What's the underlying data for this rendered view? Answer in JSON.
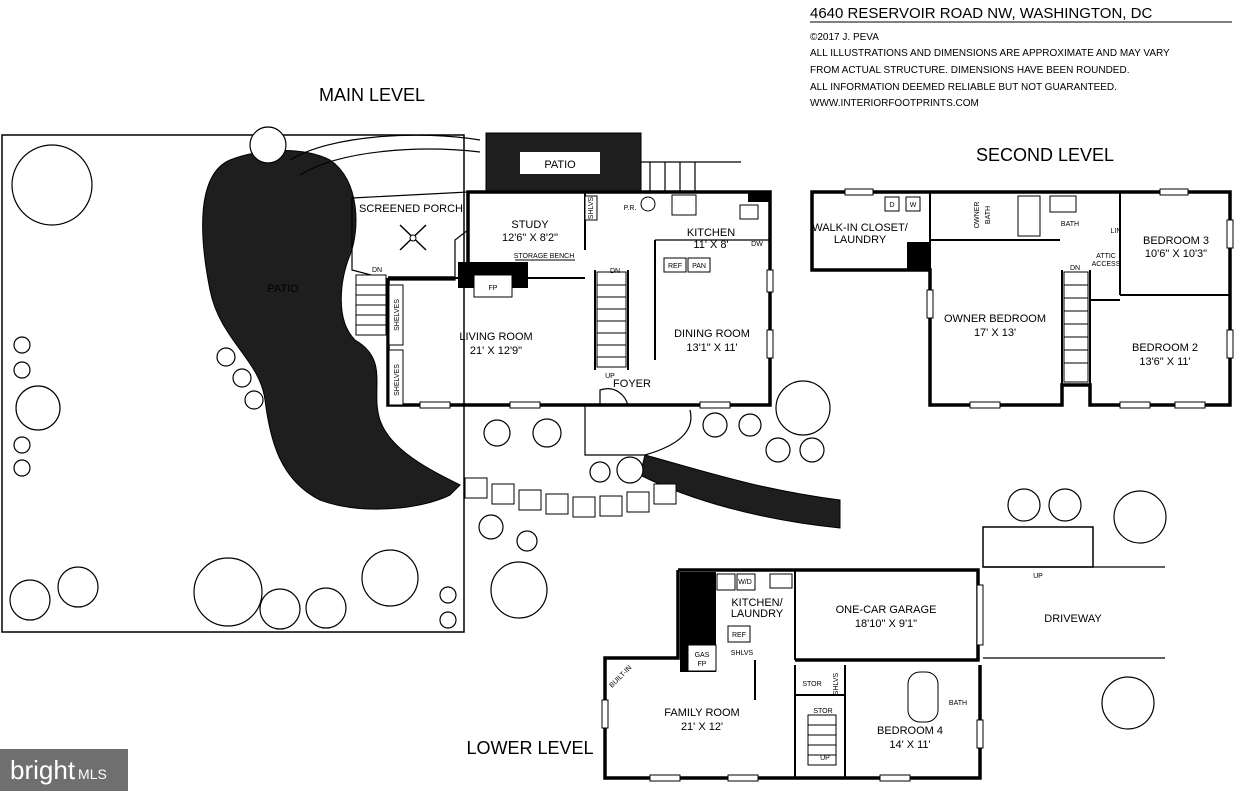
{
  "header": {
    "address": "4640 RESERVOIR ROAD NW, WASHINGTON, DC",
    "copyright": "©2017 J. PEVA",
    "disclaimer_1": "ALL ILLUSTRATIONS AND DIMENSIONS ARE APPROXIMATE AND MAY VARY",
    "disclaimer_2": "FROM ACTUAL STRUCTURE. DIMENSIONS HAVE BEEN ROUNDED.",
    "disclaimer_3": "ALL INFORMATION DEEMED RELIABLE BUT NOT GUARANTEED.",
    "website": "WWW.INTERIORFOOTPRINTS.COM"
  },
  "levels": {
    "main": "MAIN LEVEL",
    "second": "SECOND LEVEL",
    "lower": "LOWER LEVEL"
  },
  "main_level": {
    "patio_top": "PATIO",
    "patio_left": "PATIO",
    "screened_porch": "SCREENED PORCH",
    "study": "STUDY",
    "study_dim": "12'6\" X 8'2\"",
    "storage_bench": "STORAGE BENCH",
    "shlvs": "SHLVS",
    "pr": "P.R.",
    "kitchen": "KITCHEN",
    "kitchen_dim": "11' X 8'",
    "dw": "DW",
    "ref": "REF",
    "pan": "PAN",
    "dn_left": "DN",
    "dn_stairs": "DN",
    "fp": "FP",
    "shelves_1": "SHELVES",
    "shelves_2": "SHELVES",
    "living_room": "LIVING ROOM",
    "living_dim": "21' X 12'9\"",
    "dining_room": "DINING ROOM",
    "dining_dim": "13'1\" X 11'",
    "up": "UP",
    "foyer": "FOYER"
  },
  "second_level": {
    "walk_in_closet": "WALK-IN CLOSET/",
    "laundry": "LAUNDRY",
    "d": "D",
    "w": "W",
    "owner": "OWNER",
    "bath_owner": "BATH",
    "bath": "BATH",
    "lin": "LIN",
    "attic": "ATTIC",
    "access": "ACCESS",
    "dn": "DN",
    "bedroom3": "BEDROOM 3",
    "bedroom3_dim": "10'6\" X 10'3\"",
    "owner_bedroom": "OWNER BEDROOM",
    "owner_bedroom_dim": "17' X 13'",
    "bedroom2": "BEDROOM 2",
    "bedroom2_dim": "13'6\" X 11'"
  },
  "lower_level": {
    "wd": "W/D",
    "kitchen_laundry_1": "KITCHEN/",
    "kitchen_laundry_2": "LAUNDRY",
    "ref": "REF",
    "gas": "GAS",
    "fp": "FP",
    "shlvs_1": "SHLVS",
    "shlvs_2": "SHLVS",
    "garage": "ONE-CAR GARAGE",
    "garage_dim": "18'10\" X 9'1\"",
    "driveway": "DRIVEWAY",
    "up_ext": "UP",
    "built_in": "BUILT-IN",
    "stor_1": "STOR",
    "stor_2": "STOR",
    "family_room": "FAMILY ROOM",
    "family_dim": "21' X 12'",
    "bath": "BATH",
    "bedroom4": "BEDROOM 4",
    "bedroom4_dim": "14' X 11'",
    "up": "UP"
  },
  "watermark": {
    "brand": "bright",
    "suffix": "MLS"
  }
}
